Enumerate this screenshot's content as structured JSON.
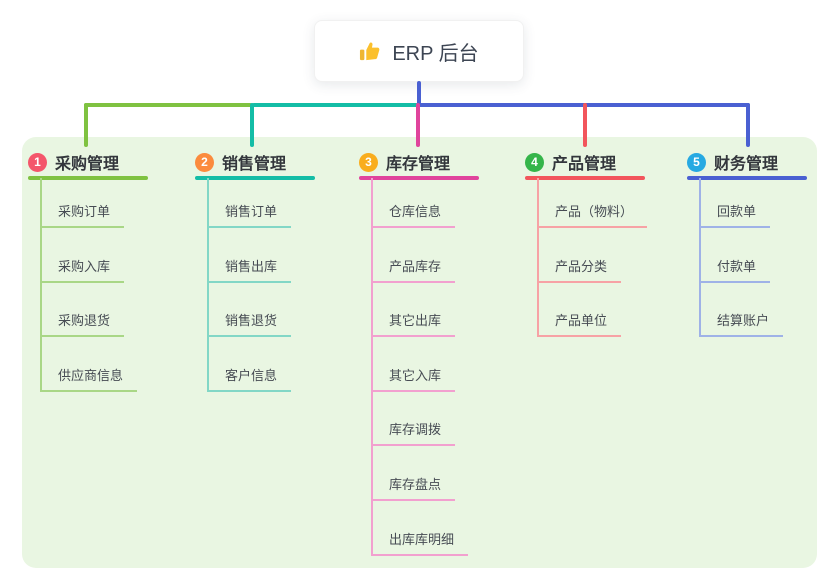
{
  "root": {
    "icon": "thumbs-up-icon",
    "label": "ERP 后台"
  },
  "connector": {
    "stem_color": "#4a60d2",
    "spine_segments": [
      "#7fc241",
      "#14bda6",
      "#4a60d2"
    ]
  },
  "colors": {
    "canvas_bg": "#ffffff",
    "panel_bg": "#e9f6e2"
  },
  "branches": [
    {
      "number": "1",
      "label": "采购管理",
      "badge_color": "#f4566b",
      "line_color": "#7fc241",
      "child_line_color": "#a9d786",
      "children": [
        "采购订单",
        "采购入库",
        "采购退货",
        "供应商信息"
      ]
    },
    {
      "number": "2",
      "label": "销售管理",
      "badge_color": "#fb8b3d",
      "line_color": "#14bda6",
      "child_line_color": "#82d7c6",
      "children": [
        "销售订单",
        "销售出库",
        "销售退货",
        "客户信息"
      ]
    },
    {
      "number": "3",
      "label": "库存管理",
      "badge_color": "#f9ad1d",
      "line_color": "#e0449c",
      "child_line_color": "#f2a0cf",
      "children": [
        "仓库信息",
        "产品库存",
        "其它出库",
        "其它入库",
        "库存调拨",
        "库存盘点",
        "出库库明细"
      ]
    },
    {
      "number": "4",
      "label": "产品管理",
      "badge_color": "#35b54a",
      "line_color": "#f2555c",
      "child_line_color": "#f7a2a5",
      "children": [
        "产品（物料）",
        "产品分类",
        "产品单位"
      ]
    },
    {
      "number": "5",
      "label": "财务管理",
      "badge_color": "#26a9e2",
      "line_color": "#4a60d2",
      "child_line_color": "#9fb2e7",
      "children": [
        "回款单",
        "付款单",
        "结算账户"
      ]
    }
  ]
}
